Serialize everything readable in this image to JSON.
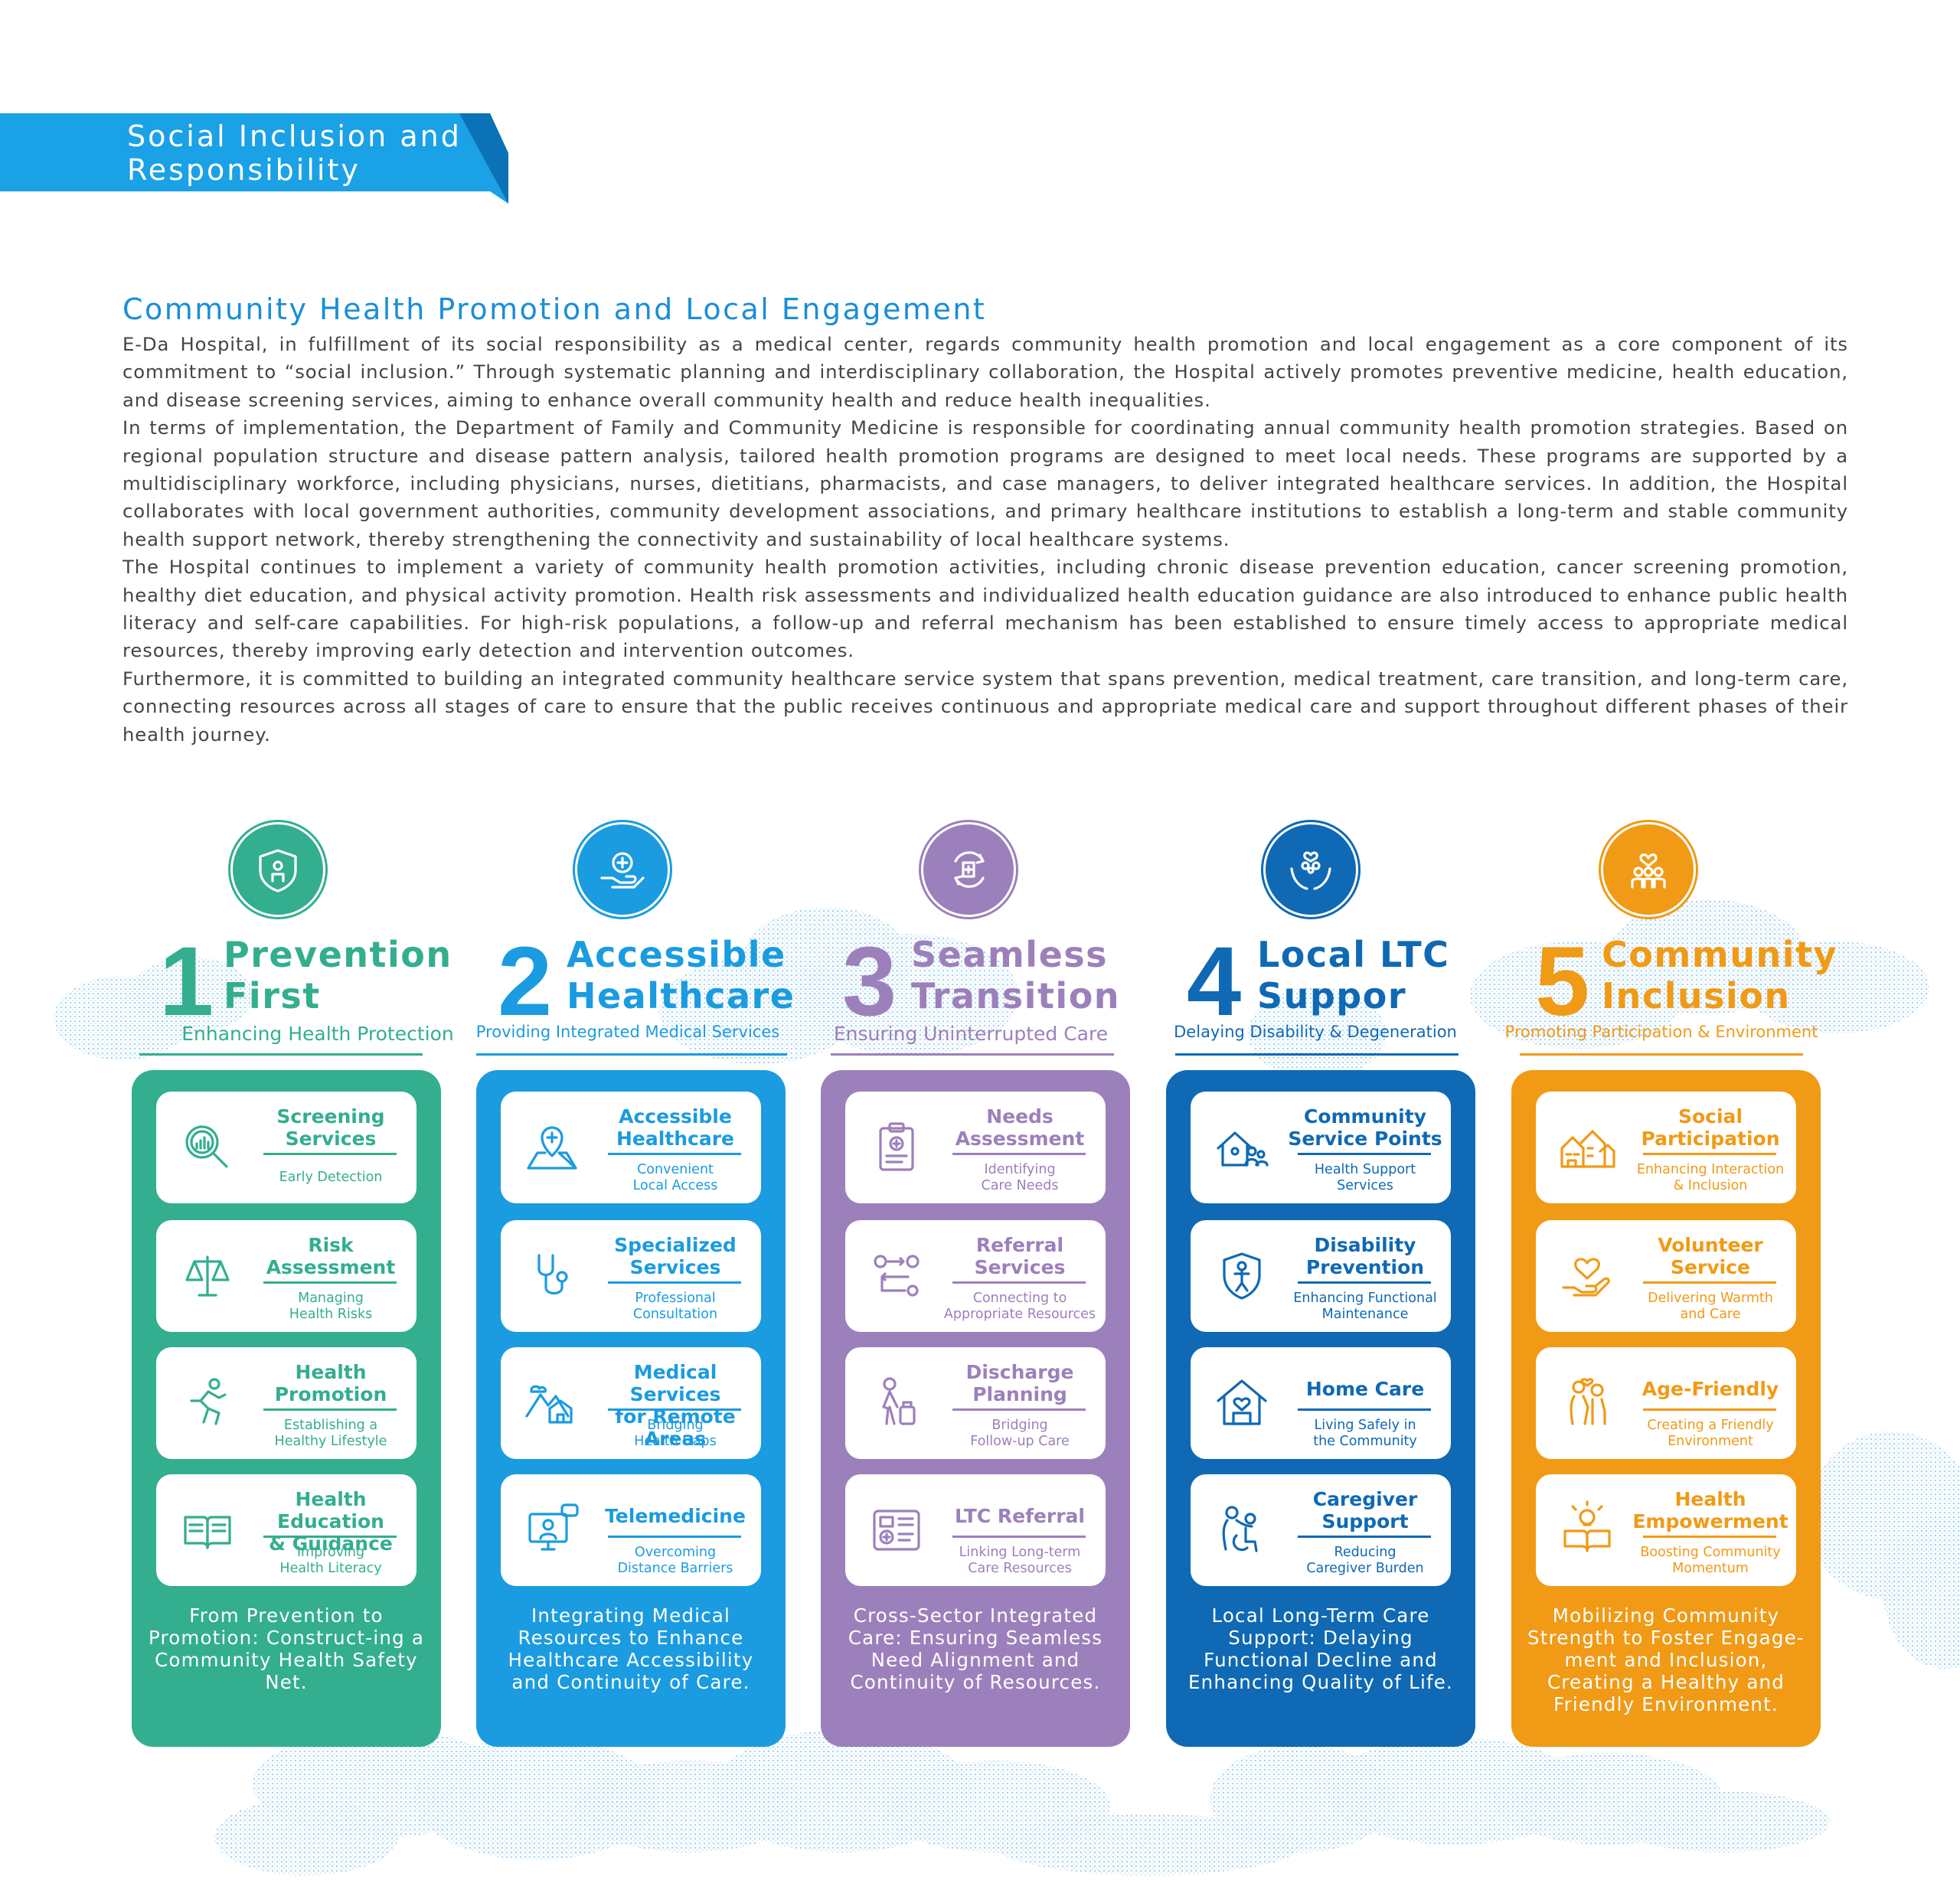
{
  "banner": {
    "line1": "Social Inclusion and",
    "line2": "Responsibility"
  },
  "section": {
    "title": "Community Health Promotion and Local Engagement",
    "paragraphs": [
      "E-Da Hospital, in fulfillment of its social responsibility as a medical center, regards community health promotion and local engagement as a core component of its commitment to “social inclusion.”  Through systematic planning and interdisciplinary collaboration, the Hospital actively promotes preventive medicine, health education, and disease screening services, aiming to enhance overall community health and reduce health inequalities.",
      "In terms of implementation, the Department of Family and Community Medicine is responsible for coordinating annual community health promotion strategies. Based on regional population structure and disease pattern analysis, tailored health promotion programs are designed to meet local needs. These programs are supported by a multidisciplinary workforce, including physicians, nurses, dietitians, pharmacists, and case managers, to deliver integrated healthcare services. In addition, the Hospital collaborates with local government authorities, community development associations, and primary healthcare institutions to establish a long-term and stable community health support network, thereby strengthening the connectivity and sustainability of local healthcare systems.",
      "The Hospital continues to implement a variety of community health promotion activities, including chronic disease prevention education, cancer screening promotion, healthy diet education, and physical activity promotion. Health risk assessments and individualized health education guidance are also introduced to enhance public health literacy and self-care capabilities. For high-risk populations, a follow-up and referral mechanism has been established to ensure timely access to appropriate medical resources, thereby improving early detection and intervention outcomes.",
      "Furthermore, it is committed to building an integrated community healthcare service system that spans prevention, medical treatment, care transition, and long-term care, connecting resources across all stages of care to ensure that the public receives continuous and appropriate medical care and support throughout different phases of their health journey."
    ]
  },
  "colors": {
    "teal": "#33ae8f",
    "blue": "#1b9be0",
    "purple": "#9c80bb",
    "navy": "#0f69b4",
    "orange": "#f09a16",
    "banner": "#1aa1e6"
  },
  "pillars": [
    {
      "num": "1",
      "title1": "Prevention",
      "title2": "First",
      "subtitle": "Enhancing Health Protection",
      "icon": "shield-person-icon",
      "cards": [
        {
          "t1": "Screening",
          "t2": "Services",
          "s1": "Early Detection",
          "s2": "",
          "icon": "magnifier-chart-icon"
        },
        {
          "t1": "Risk",
          "t2": "Assessment",
          "s1": "Managing",
          "s2": "Health Risks",
          "icon": "scales-icon"
        },
        {
          "t1": "Health",
          "t2": "Promotion",
          "s1": "Establishing a",
          "s2": "Healthy Lifestyle",
          "icon": "runner-icon"
        },
        {
          "t1": "Health Education",
          "t2": "& Guidance",
          "s1": "Improving",
          "s2": "Health Literacy",
          "icon": "open-book-icon"
        }
      ],
      "summary": "From Prevention to Promotion: Construct-ing a Community Health Safety Net."
    },
    {
      "num": "2",
      "title1": "Accessible",
      "title2": "Healthcare",
      "subtitle": "Providing Integrated Medical Services",
      "icon": "hand-cross-icon",
      "cards": [
        {
          "t1": "Accessible",
          "t2": "Healthcare",
          "s1": "Convenient",
          "s2": "Local Access",
          "icon": "map-pin-cross-icon"
        },
        {
          "t1": "Specialized",
          "t2": "Services",
          "s1": "Professional",
          "s2": "Consultation",
          "icon": "stethoscope-icon"
        },
        {
          "t1": "Medical Services",
          "t2": "for Remote Areas",
          "s1": "Bridging",
          "s2": "Health Gaps",
          "icon": "mountain-house-icon"
        },
        {
          "t1": "Telemedicine",
          "t2": "",
          "s1": "Overcoming",
          "s2": "Distance Barriers",
          "icon": "monitor-doctor-icon"
        }
      ],
      "summary": "Integrating Medical Resources to Enhance Healthcare Accessibility and Continuity of Care."
    },
    {
      "num": "3",
      "title1": "Seamless",
      "title2": "Transition",
      "subtitle": "Ensuring Uninterrupted Care",
      "icon": "cycle-cross-icon",
      "cards": [
        {
          "t1": "Needs",
          "t2": "Assessment",
          "s1": "Identifying",
          "s2": "Care Needs",
          "icon": "clipboard-icon"
        },
        {
          "t1": "Referral",
          "t2": "Services",
          "s1": "Connecting to",
          "s2": "Appropriate Resources",
          "icon": "route-arrows-icon"
        },
        {
          "t1": "Discharge",
          "t2": "Planning",
          "s1": "Bridging",
          "s2": "Follow-up Care",
          "icon": "person-luggage-icon"
        },
        {
          "t1": "LTC Referral",
          "t2": "",
          "s1": "Linking Long-term",
          "s2": "Care Resources",
          "icon": "medical-card-icon"
        }
      ],
      "summary": "Cross-Sector Integrated Care: Ensuring Seamless Need Alignment and Continuity of Resources."
    },
    {
      "num": "4",
      "title1": "Local LTC",
      "title2": "Suppor",
      "subtitle": "Delaying Disability & Degeneration",
      "icon": "hands-family-icon",
      "cards": [
        {
          "t1": "Community",
          "t2": "Service Points",
          "s1": "Health Support",
          "s2": "Services",
          "icon": "house-people-icon"
        },
        {
          "t1": "Disability",
          "t2": "Prevention",
          "s1": "Enhancing Functional",
          "s2": "Maintenance",
          "icon": "shield-figure-icon"
        },
        {
          "t1": "Home Care",
          "t2": "",
          "s1": "Living Safely in",
          "s2": "the Community",
          "icon": "house-heart-icon"
        },
        {
          "t1": "Caregiver",
          "t2": "Support",
          "s1": "Reducing",
          "s2": "Caregiver Burden",
          "icon": "caregiver-icon"
        }
      ],
      "summary": "Local Long-Term Care Support: Delaying Functional Decline and Enhancing Quality of Life."
    },
    {
      "num": "5",
      "title1": "Community",
      "title2": "Inclusion",
      "subtitle": "Promoting Participation & Environment",
      "icon": "people-heart-icon",
      "cards": [
        {
          "t1": "Social",
          "t2": "Participation",
          "s1": "Enhancing Interaction",
          "s2": "& Inclusion",
          "icon": "town-icon"
        },
        {
          "t1": "Volunteer",
          "t2": "Service",
          "s1": "Delivering Warmth",
          "s2": "and Care",
          "icon": "hand-heart-icon"
        },
        {
          "t1": "Age-Friendly",
          "t2": "",
          "s1": "Creating a Friendly",
          "s2": "Environment",
          "icon": "elderly-couple-icon"
        },
        {
          "t1": "Health",
          "t2": "Empowerment",
          "s1": "Boosting Community",
          "s2": "Momentum",
          "icon": "book-lightbulb-icon"
        }
      ],
      "summary": "Mobilizing Community Strength to Foster Engage-ment and Inclusion, Creating a Healthy and Friendly Environment."
    }
  ]
}
